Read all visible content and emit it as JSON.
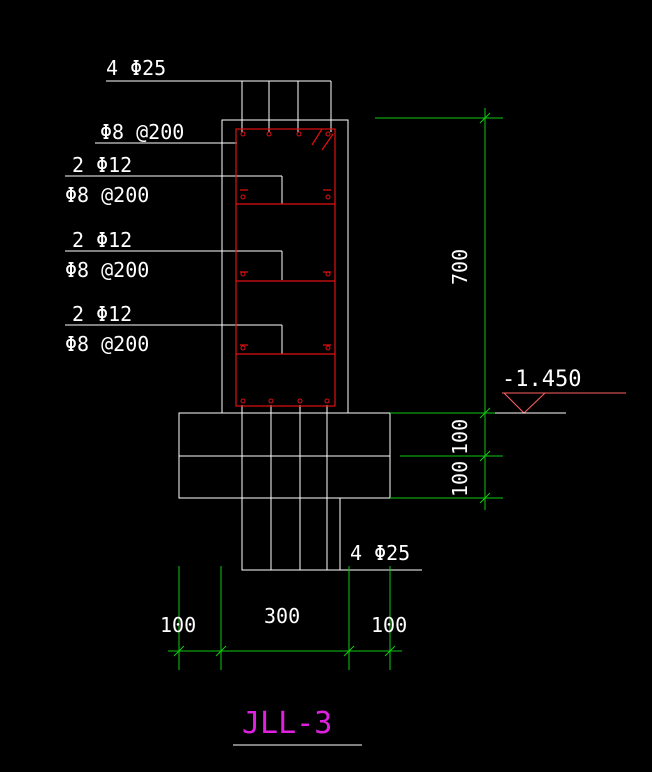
{
  "drawing": {
    "title": "JLL-3",
    "title_color": "#e020e0",
    "colors": {
      "background": "#000000",
      "outline": "#ffffff",
      "rebar": "#e01010",
      "dimension": "#10c810",
      "level_line": "#ff6060"
    }
  },
  "labels": {
    "top_bars": "4 Φ25",
    "stirrup_main": "Φ8 @200",
    "side_bars_1": "2 Φ12",
    "side_stirrup_1": "Φ8 @200",
    "side_bars_2": "2 Φ12",
    "side_stirrup_2": "Φ8 @200",
    "side_bars_3": "2 Φ12",
    "side_stirrup_3": "Φ8 @200",
    "bottom_bars": "4 Φ25",
    "elevation": "-1.450"
  },
  "dimensions": {
    "beam_height": "700",
    "pad_upper": "100",
    "pad_lower": "100",
    "width_left": "100",
    "width_mid": "300",
    "width_right": "100"
  }
}
